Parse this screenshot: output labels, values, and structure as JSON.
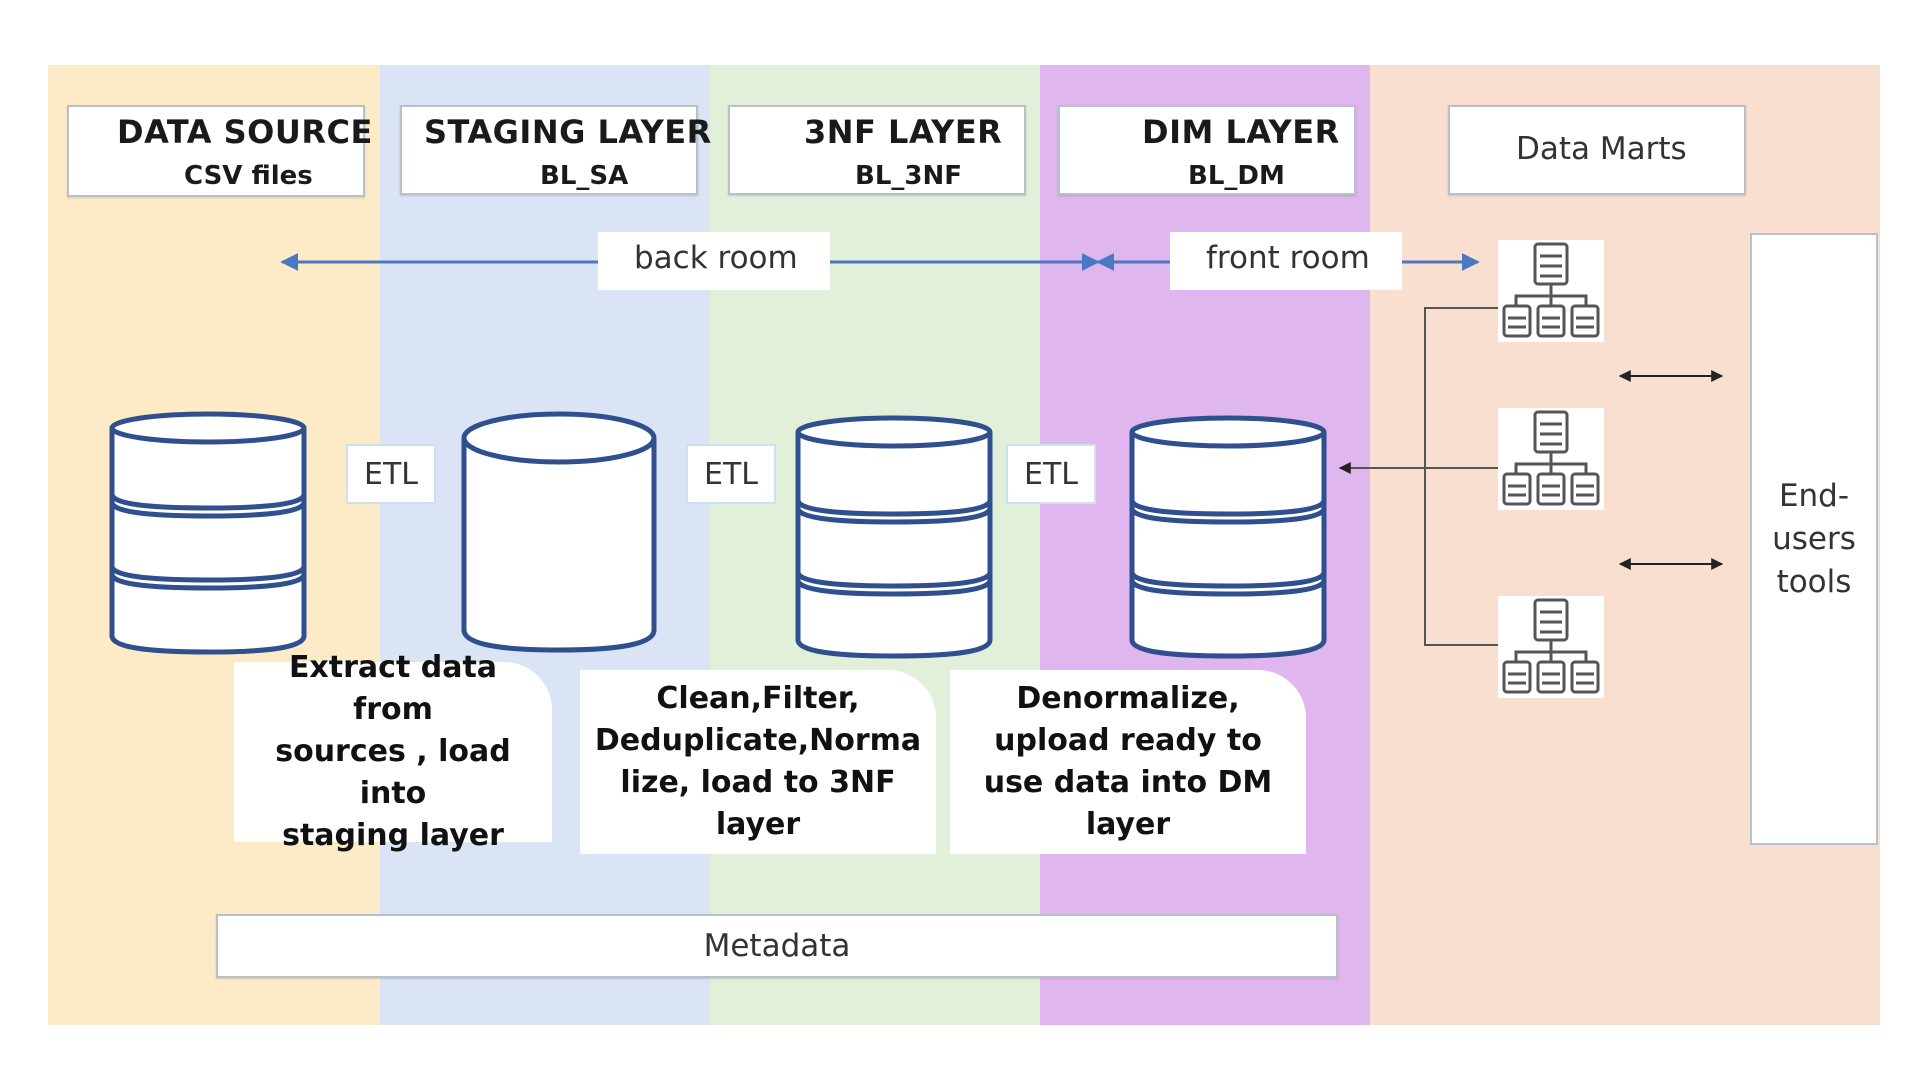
{
  "layers": [
    {
      "title": "DATA SOURCE",
      "subtitle": "CSV files",
      "color": "#fdebc8"
    },
    {
      "title": "STAGING LAYER",
      "subtitle": "BL_SA",
      "color": "#dbe4f4"
    },
    {
      "title": "3NF LAYER",
      "subtitle": "BL_3NF",
      "color": "#e2f0da"
    },
    {
      "title": "DIM LAYER",
      "subtitle": "BL_DM",
      "color": "#dfb6ee"
    },
    {
      "title": "Data Marts",
      "subtitle": "",
      "color": "#f9dfcf"
    }
  ],
  "rooms": {
    "back": "back room",
    "front": "front room"
  },
  "etl_labels": [
    "ETL",
    "ETL",
    "ETL"
  ],
  "notes": [
    {
      "lines": [
        "Extract data from",
        "sources , load into",
        "staging layer"
      ]
    },
    {
      "lines": [
        "Clean,Filter,",
        "Deduplicate,Norma",
        "lize, load to 3NF",
        "layer"
      ]
    },
    {
      "lines": [
        "Denormalize,",
        "upload ready to",
        "use data into DM",
        "layer"
      ]
    }
  ],
  "end_users": {
    "lines": [
      "End-",
      "users",
      "tools"
    ]
  },
  "metadata_label": "Metadata",
  "colors": {
    "arrow_blue": "#4a78c2",
    "cylinder_stroke": "#2f4f8f",
    "server_stroke": "#555555"
  },
  "icons": [
    "database-cylinder",
    "server-hierarchy-icon"
  ]
}
